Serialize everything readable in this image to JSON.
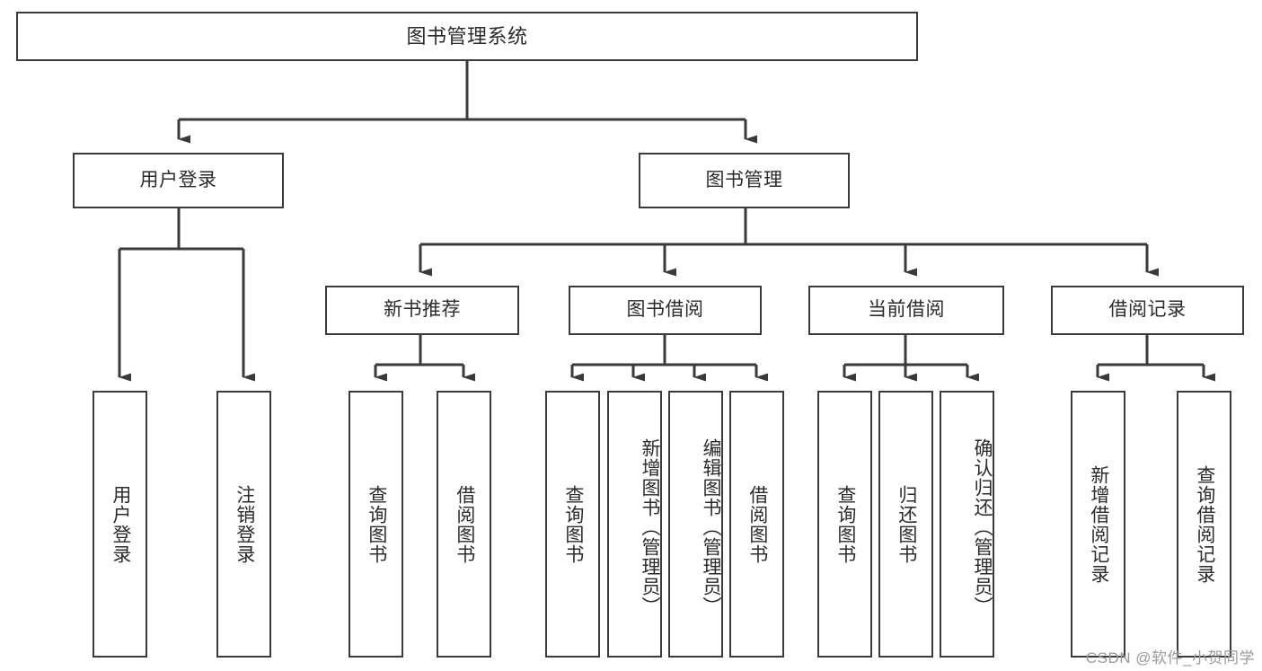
{
  "diagram": {
    "title": "图书管理系统",
    "type": "hierarchy-tree",
    "levels": 4,
    "colors": {
      "stroke": "#3a3a3a",
      "fill": "#ffffff",
      "text": "#2b2b2b",
      "watermark": "#9a9a9a"
    },
    "root": {
      "label": "图书管理系统"
    },
    "level2": [
      {
        "label": "用户登录"
      },
      {
        "label": "图书管理"
      }
    ],
    "level3": [
      {
        "label": "新书推荐"
      },
      {
        "label": "图书借阅"
      },
      {
        "label": "当前借阅"
      },
      {
        "label": "借阅记录"
      }
    ],
    "leaves": {
      "user_login": [
        {
          "label": "用户登录"
        },
        {
          "label": "注销登录"
        }
      ],
      "new_book_recommend": [
        {
          "label": "查询图书"
        },
        {
          "label": "借阅图书"
        }
      ],
      "book_borrow": [
        {
          "label": "查询图书"
        },
        {
          "label": "新增图书（管理员）"
        },
        {
          "label": "编辑图书（管理员）"
        },
        {
          "label": "借阅图书"
        }
      ],
      "current_borrow": [
        {
          "label": "查询图书"
        },
        {
          "label": "归还图书"
        },
        {
          "label": "确认归还（管理员）"
        }
      ],
      "borrow_record": [
        {
          "label": "新增借阅记录"
        },
        {
          "label": "查询借阅记录"
        }
      ]
    }
  },
  "watermark": {
    "text": "CSDN @软件_小贺同学"
  }
}
